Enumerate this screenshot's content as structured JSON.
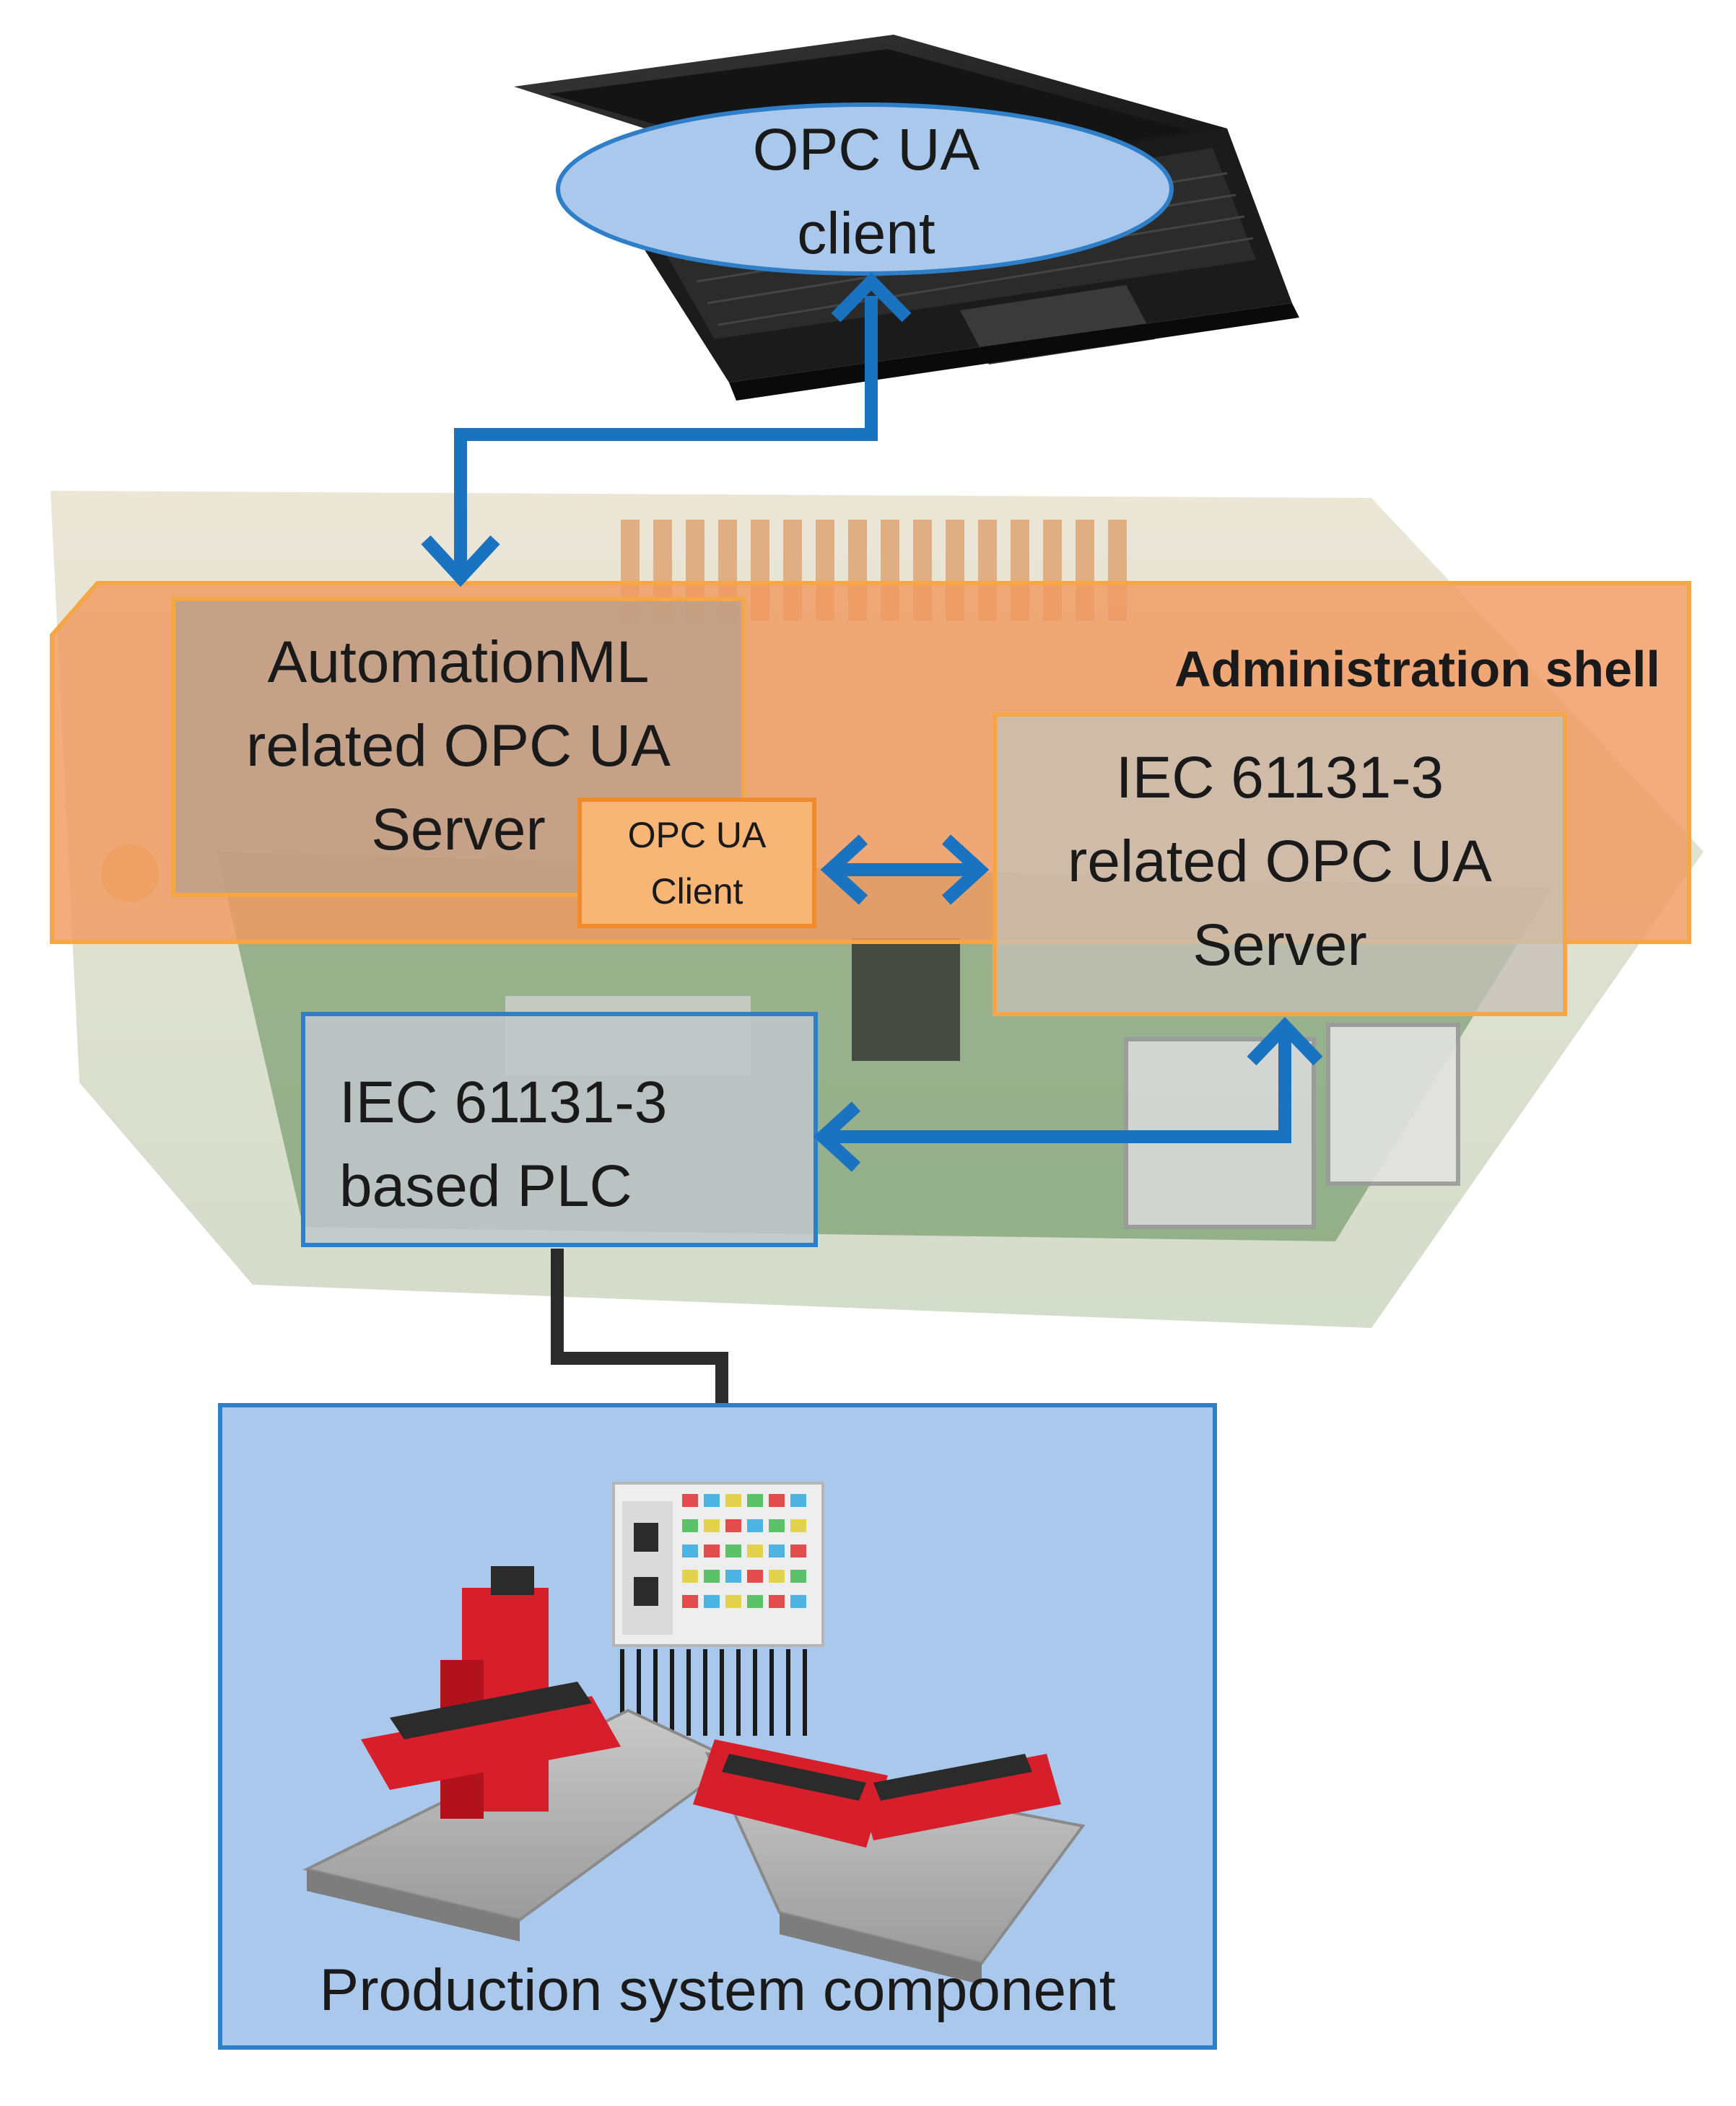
{
  "nodes": {
    "opc_client": {
      "lines": [
        "OPC UA",
        "client"
      ]
    },
    "aml_server": {
      "lines": [
        "AutomationML",
        "related OPC UA",
        "Server"
      ]
    },
    "opc_client_small": {
      "lines": [
        "OPC UA",
        "Client"
      ]
    },
    "admin_shell": {
      "label": "Administration shell"
    },
    "iec_server": {
      "lines": [
        "IEC 61131-3",
        "related OPC UA",
        "Server"
      ]
    },
    "plc": {
      "lines": [
        "IEC 61131-3",
        "based PLC"
      ]
    },
    "production": {
      "label": "Production system component"
    }
  },
  "colors": {
    "arrow": "#1a73c0",
    "orange_fill": "#f29a62",
    "orange_stroke": "#f7a645",
    "blue_fill": "#a9c8ec",
    "blue_stroke": "#2f7fc8",
    "wire": "#2b2b2b"
  },
  "icons": [
    "laptop-illustration",
    "circuit-board-illustration",
    "plc-module-illustration",
    "conveyor-robot-illustration"
  ]
}
